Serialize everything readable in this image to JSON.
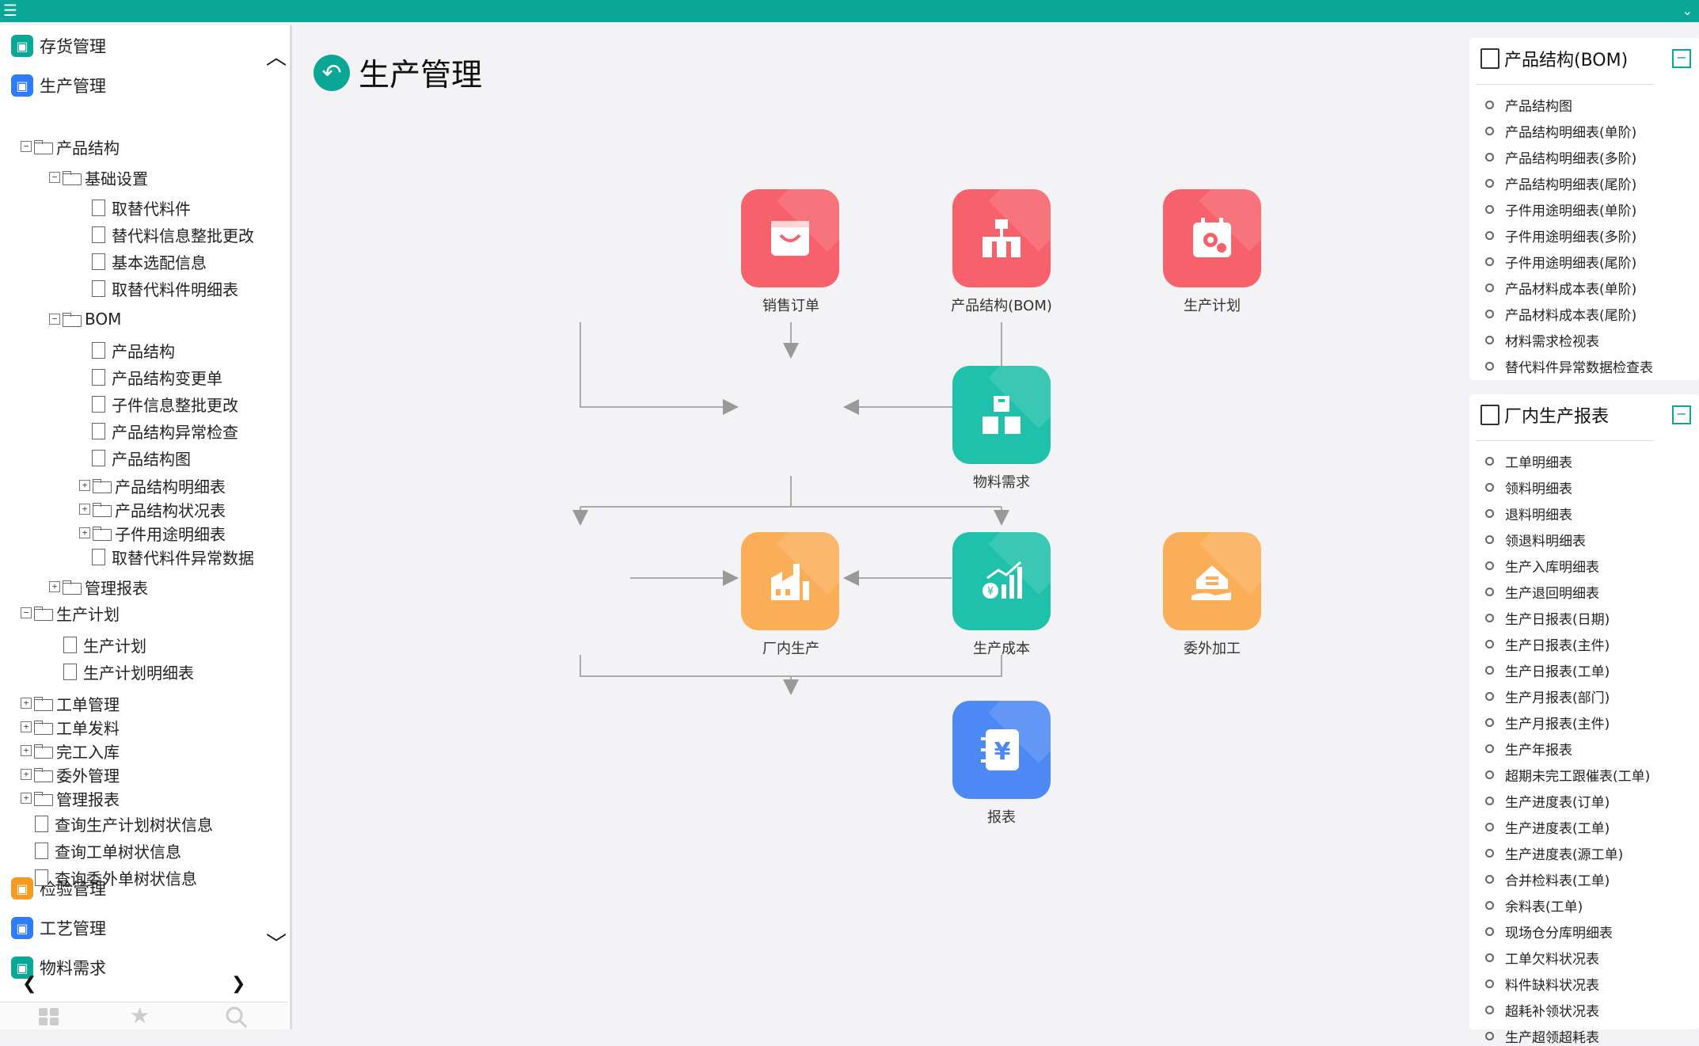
{
  "app": {
    "accent": "#0aa796"
  },
  "sidebar": {
    "modules": [
      {
        "label": "存货管理",
        "icon": "box-icon",
        "color": "#0aa796"
      },
      {
        "label": "生产管理",
        "icon": "factory-icon",
        "color": "#2f7df6"
      },
      {
        "label": "检验管理",
        "icon": "inspect-icon",
        "color": "#f59a23"
      },
      {
        "label": "工艺管理",
        "icon": "process-icon",
        "color": "#2f7df6"
      },
      {
        "label": "物料需求",
        "icon": "material-icon",
        "color": "#0aa796"
      }
    ],
    "tree": [
      {
        "label": "产品结构",
        "kind": "folder-open",
        "toggle": "−"
      },
      {
        "label": "基础设置",
        "kind": "folder-open",
        "toggle": "−"
      },
      {
        "label": "取替代料件",
        "kind": "doc"
      },
      {
        "label": "替代料信息整批更改",
        "kind": "doc"
      },
      {
        "label": "基本选配信息",
        "kind": "doc"
      },
      {
        "label": "取替代料件明细表",
        "kind": "doc"
      },
      {
        "label": "BOM",
        "kind": "folder-open",
        "toggle": "−"
      },
      {
        "label": "产品结构",
        "kind": "doc"
      },
      {
        "label": "产品结构变更单",
        "kind": "doc"
      },
      {
        "label": "子件信息整批更改",
        "kind": "doc"
      },
      {
        "label": "产品结构异常检查",
        "kind": "doc"
      },
      {
        "label": "产品结构图",
        "kind": "doc"
      },
      {
        "label": "产品结构明细表",
        "kind": "folder",
        "toggle": "+"
      },
      {
        "label": "产品结构状况表",
        "kind": "folder",
        "toggle": "+"
      },
      {
        "label": "子件用途明细表",
        "kind": "folder",
        "toggle": "+"
      },
      {
        "label": "取替代料件异常数据",
        "kind": "doc"
      },
      {
        "label": "管理报表",
        "kind": "folder",
        "toggle": "+"
      },
      {
        "label": "生产计划",
        "kind": "folder-open",
        "toggle": "−"
      },
      {
        "label": "生产计划",
        "kind": "doc"
      },
      {
        "label": "生产计划明细表",
        "kind": "doc"
      },
      {
        "label": "工单管理",
        "kind": "folder",
        "toggle": "+"
      },
      {
        "label": "工单发料",
        "kind": "folder",
        "toggle": "+"
      },
      {
        "label": "完工入库",
        "kind": "folder",
        "toggle": "+"
      },
      {
        "label": "委外管理",
        "kind": "folder",
        "toggle": "+"
      },
      {
        "label": "管理报表",
        "kind": "folder",
        "toggle": "+"
      },
      {
        "label": "查询生产计划树状信息",
        "kind": "doc"
      },
      {
        "label": "查询工单树状信息",
        "kind": "doc"
      },
      {
        "label": "查询委外单树状信息",
        "kind": "doc"
      }
    ]
  },
  "main": {
    "title": "生产管理",
    "tiles": {
      "sales": {
        "label": "销售订单",
        "icon": "shopping-bag-icon",
        "color": "#f7616b"
      },
      "bom": {
        "label": "产品结构(BOM)",
        "icon": "org-chart-icon",
        "color": "#f7616b"
      },
      "plan": {
        "label": "生产计划",
        "icon": "calendar-gear-icon",
        "color": "#f7616b"
      },
      "material": {
        "label": "物料需求",
        "icon": "boxes-icon",
        "color": "#1fc1aa"
      },
      "inhouse": {
        "label": "厂内生产",
        "icon": "factory-icon",
        "color": "#fbae58"
      },
      "cost": {
        "label": "生产成本",
        "icon": "cost-chart-icon",
        "color": "#1fc1aa"
      },
      "outsource": {
        "label": "委外加工",
        "icon": "hand-house-icon",
        "color": "#fbae58"
      },
      "report": {
        "label": "报表",
        "icon": "yen-report-icon",
        "color": "#4d89f5"
      }
    }
  },
  "right": {
    "bom_card": {
      "title": "产品结构(BOM)",
      "items": [
        "产品结构图",
        "产品结构明细表(单阶)",
        "产品结构明细表(多阶)",
        "产品结构明细表(尾阶)",
        "子件用途明细表(单阶)",
        "子件用途明细表(多阶)",
        "子件用途明细表(尾阶)",
        "产品材料成本表(单阶)",
        "产品材料成本表(尾阶)",
        "材料需求检视表",
        "替代料件异常数据检查表"
      ]
    },
    "report_card": {
      "title": "厂内生产报表",
      "items": [
        "工单明细表",
        "领料明细表",
        "退料明细表",
        "领退料明细表",
        "生产入库明细表",
        "生产退回明细表",
        "生产日报表(日期)",
        "生产日报表(主件)",
        "生产日报表(工单)",
        "生产月报表(部门)",
        "生产月报表(主件)",
        "生产年报表",
        "超期未完工跟催表(工单)",
        "生产进度表(订单)",
        "生产进度表(工单)",
        "生产进度表(源工单)",
        "合并检料表(工单)",
        "余料表(工单)",
        "现场仓分库明细表",
        "工单欠料状况表",
        "料件缺料状况表",
        "超耗补领状况表",
        "生产超领超耗表"
      ]
    }
  }
}
